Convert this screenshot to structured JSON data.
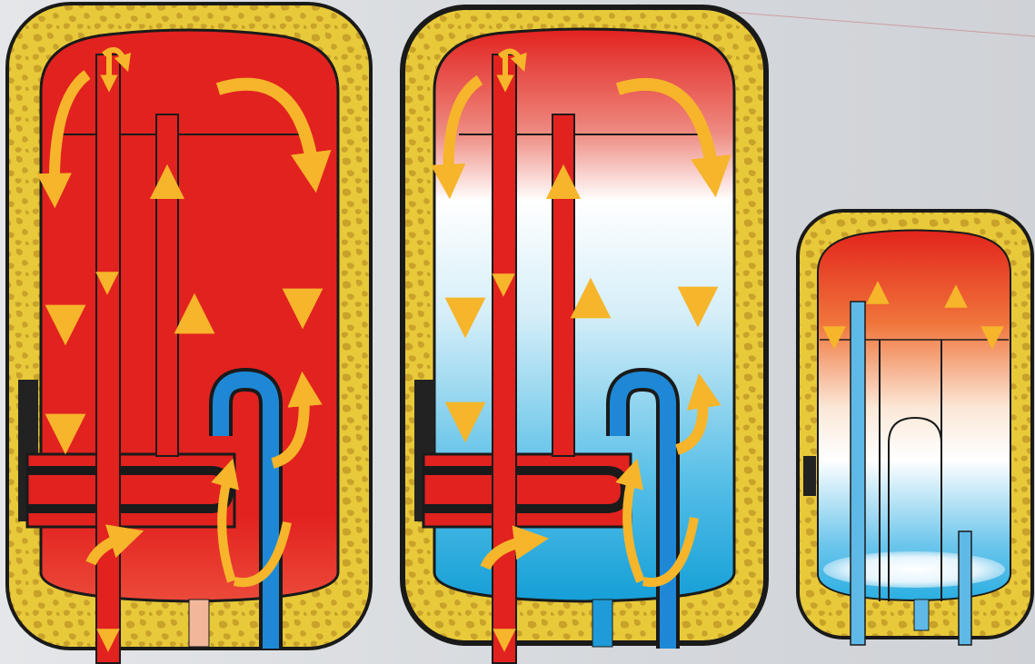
{
  "diagram": {
    "tanks": [
      {
        "id": "tank-1",
        "state": "fully heated",
        "colors": {
          "top": "#e2221f",
          "bottom": "#e2221f"
        }
      },
      {
        "id": "tank-2",
        "state": "stratified heating",
        "colors": {
          "top": "#e2221f",
          "middle": "#ffffff",
          "bottom": "#1aa3d9"
        }
      },
      {
        "id": "tank-3",
        "state": "cold with hot top layer",
        "colors": {
          "top": "#e8401c",
          "middle": "#ffffff",
          "bottom": "#2fb1e3"
        }
      }
    ],
    "colors": {
      "insulation": "#e8c93a",
      "outline": "#1a1a1a",
      "hot_pipe": "#e2221f",
      "cold_pipe": "#1e88d6",
      "arrow": "#f6b52a",
      "arrow_dark": "#ec6a22",
      "heater_bracket": "#222222"
    },
    "icons": [
      "flow-arrow-icon",
      "curved-flow-arrow-icon",
      "heating-element-icon",
      "cold-inlet-pipe-icon",
      "hot-outlet-pipe-icon"
    ]
  }
}
